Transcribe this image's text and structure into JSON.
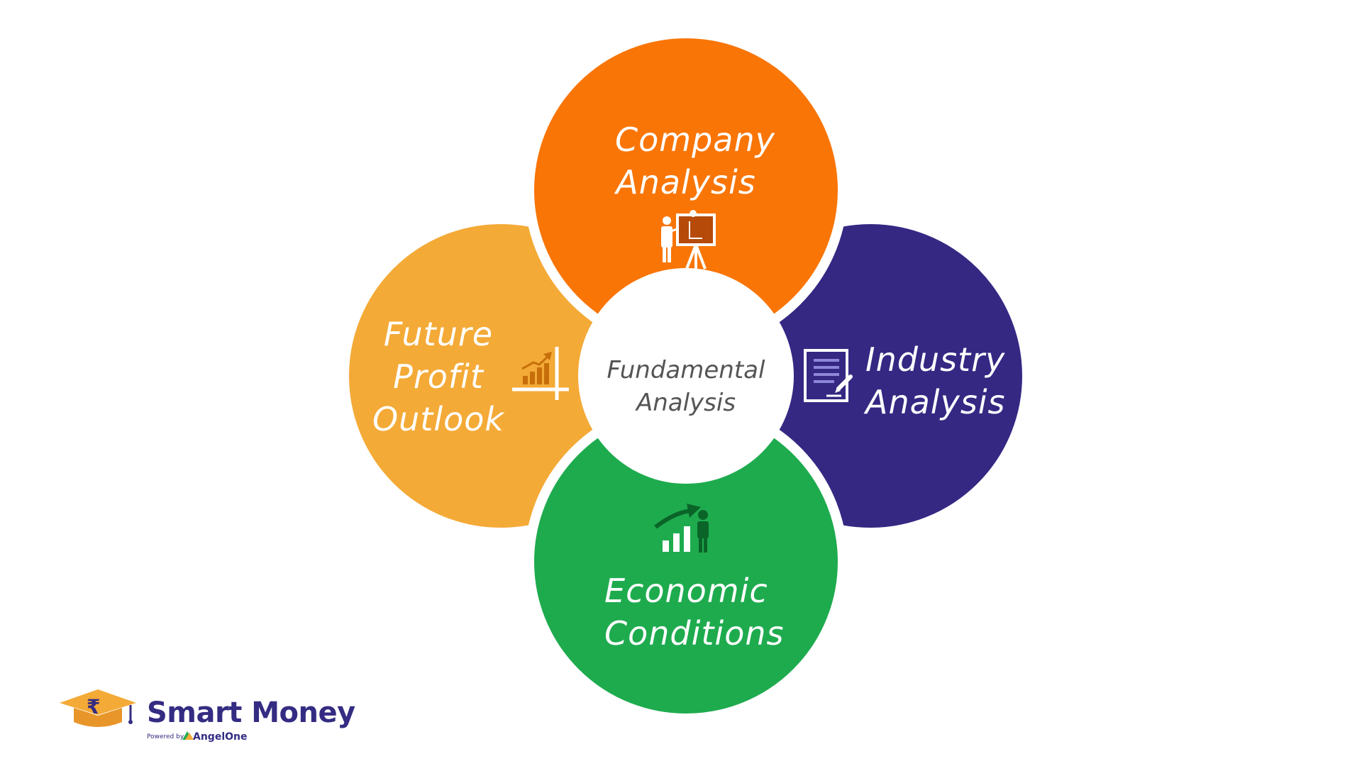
{
  "diagram": {
    "center": {
      "lines": [
        "Fundamental",
        "Analysis"
      ]
    },
    "segments": [
      {
        "id": "company",
        "lines": [
          "Company",
          "Analysis"
        ],
        "color": "#f97506",
        "icon": "presentation-icon"
      },
      {
        "id": "industry",
        "lines": [
          "Industry",
          "Analysis"
        ],
        "color": "#342883",
        "icon": "document-pen-icon"
      },
      {
        "id": "economic",
        "lines": [
          "Economic",
          "Conditions"
        ],
        "color": "#1eab4e",
        "icon": "growth-person-icon"
      },
      {
        "id": "future",
        "lines": [
          "Future",
          "Profit",
          "Outlook"
        ],
        "color": "#f4aa37",
        "icon": "bar-chart-growth-icon"
      }
    ]
  },
  "brand": {
    "name": "Smart Money",
    "powered_by": "Powered by",
    "partner": "AngelOne",
    "logo_icon": "graduation-cap-rupee-icon",
    "primary_color": "#342c82",
    "accent_color": "#f4aa37"
  }
}
